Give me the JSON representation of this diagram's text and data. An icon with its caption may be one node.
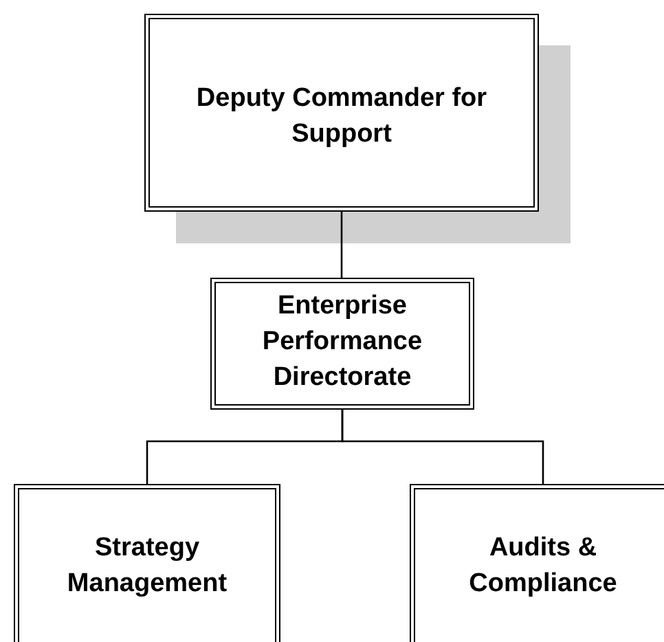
{
  "diagram": {
    "nodes": [
      {
        "text": [
          "Deputy Commander for Support"
        ]
      },
      {
        "text": [
          "Enterprise Performance Directorate"
        ]
      },
      {
        "text": [
          "Strategy Management"
        ]
      },
      {
        "text": [
          "Audits & Compliance"
        ]
      }
    ],
    "edges": [
      {
        "from": 0,
        "to": 1,
        "arrow": "none"
      },
      {
        "from": 1,
        "to": 2,
        "arrow": "none"
      },
      {
        "from": 1,
        "to": 3,
        "arrow": "none"
      }
    ]
  }
}
